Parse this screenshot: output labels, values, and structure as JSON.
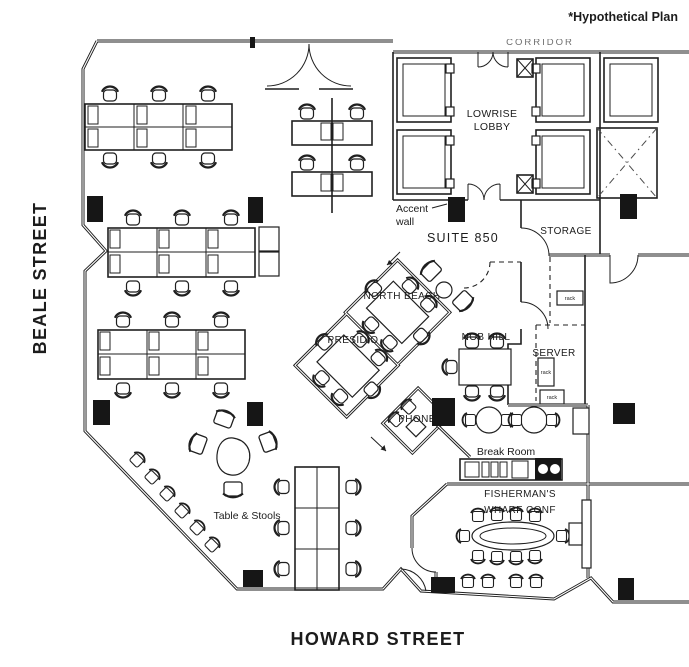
{
  "note": {
    "text": "*Hypothetical Plan",
    "color": "#2B3B9E"
  },
  "streets": {
    "left": "BEALE STREET",
    "bottom": "HOWARD STREET",
    "color": "#2E5E82"
  },
  "labels": {
    "corridor": "CORRIDOR",
    "lobby1": "LOWRISE",
    "lobby2": "LOBBY",
    "accent1": "Accent",
    "accent2": "wall",
    "suite": "SUITE 850",
    "storage": "STORAGE",
    "north_beach": "NORTH BEACH",
    "presidio": "PRESIDIO",
    "nob_hill": "NOB HILL",
    "server": "SERVER",
    "rack": "rack",
    "phone": "PHONE",
    "break_room": "Break Room",
    "fish1": "FISHERMAN'S",
    "fish2": "WHARF CONF",
    "table_stools": "Table & Stools"
  }
}
